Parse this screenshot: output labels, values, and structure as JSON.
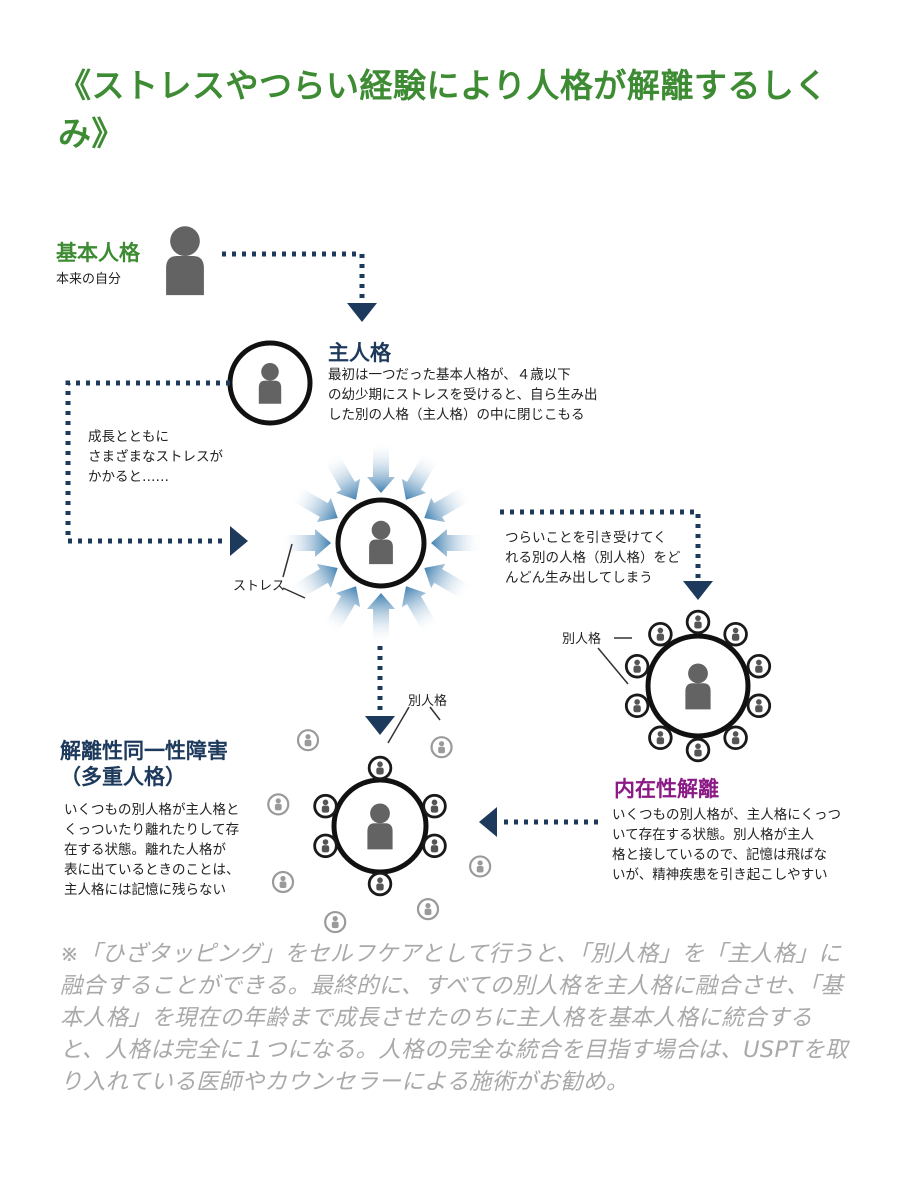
{
  "title": "《ストレスやつらい経験により人格が解離するしくみ》",
  "diagram": {
    "basic": {
      "label": "基本人格",
      "sub": "本来の自分"
    },
    "main": {
      "label": "主人格",
      "desc_lines": [
        "最初は一つだった基本人格が、４歳以下",
        "の幼少期にストレスを受けると、自ら生み出",
        "した別の人格（主人格）の中に閉じこもる"
      ]
    },
    "growth_lines": [
      "成長とともに",
      "さまざまなストレスが",
      "かかると……"
    ],
    "stress_label": "ストレス",
    "spawn_lines": [
      "つらいことを引き受けてく",
      "れる別の人格（別人格）をど",
      "んどん生み出してしまう"
    ],
    "alter_label": "別人格",
    "alter_label_2": "別人格",
    "did": {
      "label_lines": [
        "解離性同一性障害",
        "（多重人格）"
      ],
      "desc_lines": [
        "いくつもの別人格が主人格と",
        "くっついたり離れたりして存",
        "在する状態。離れた人格が",
        "表に出ているときのことは、",
        "主人格には記憶に残らない"
      ]
    },
    "internal": {
      "label": "内在性解離",
      "desc_lines": [
        "いくつもの別人格が、主人格にくっつ",
        "いて存在する状態。別人格が主人",
        "格と接しているので、記憶は飛ばな",
        "いが、精神疾患を引き起こしやすい"
      ]
    }
  },
  "note": "※「ひざタッピング」をセルフケアとして行うと、「別人格」を「主人格」に融合することができる。最終的に、すべての別人格を主人格に融合させ、「基本人格」を現在の年齢まで成長させたのちに主人格を基本人格に統合すると、人格は完全に１つになる。人格の完全な統合を目指す場合は、USPTを取り入れている医師やカウンセラーによる施術がお勧め。",
  "colors": {
    "title": "#3d8b32",
    "navy": "#1d3a5c",
    "purple": "#8b1a86",
    "figure": "#636363",
    "note": "#a9a9a9"
  }
}
